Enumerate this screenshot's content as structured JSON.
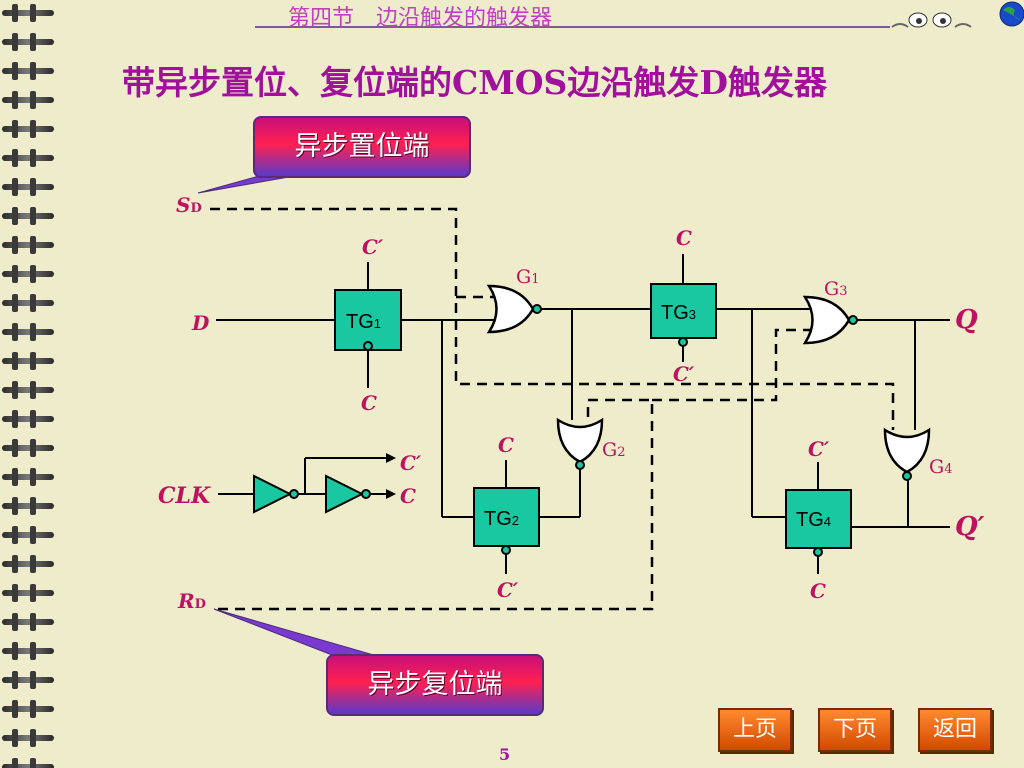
{
  "header": {
    "section_title": "第四节　边沿触发的触发器"
  },
  "slide": {
    "title": "带异步置位、复位端的CMOS边沿触发D触发器"
  },
  "callouts": {
    "set": "异步置位端",
    "reset": "异步复位端"
  },
  "signals": {
    "sd_main": "S",
    "sd_sub": "D",
    "rd_main": "R",
    "rd_sub": "D",
    "d": "D",
    "clk": "CLK",
    "q": "Q",
    "q_bar": "Q′",
    "c": "C",
    "c_bar": "C′"
  },
  "gates": {
    "tg1": {
      "main": "TG",
      "sub": "1"
    },
    "tg2": {
      "main": "TG",
      "sub": "2"
    },
    "tg3": {
      "main": "TG",
      "sub": "3"
    },
    "tg4": {
      "main": "TG",
      "sub": "4"
    },
    "g1": {
      "main": "G",
      "sub": "1"
    },
    "g2": {
      "main": "G",
      "sub": "2"
    },
    "g3": {
      "main": "G",
      "sub": "3"
    },
    "g4": {
      "main": "G",
      "sub": "4"
    }
  },
  "nav": {
    "prev": "上页",
    "next": "下页",
    "back": "返回"
  },
  "page": {
    "number": "5"
  },
  "colors": {
    "background": "#eeeccb",
    "tg_fill": "#19c8a0",
    "wire": "#000000",
    "label": "#c01060",
    "title": "#a0109a"
  }
}
